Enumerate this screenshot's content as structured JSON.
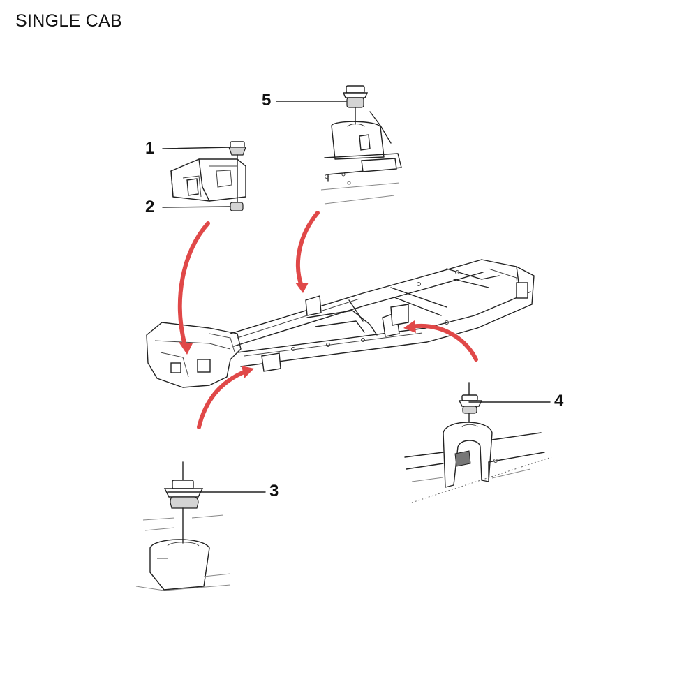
{
  "title": "SINGLE CAB",
  "callouts": [
    {
      "id": "1",
      "label": "1"
    },
    {
      "id": "2",
      "label": "2"
    },
    {
      "id": "3",
      "label": "3"
    },
    {
      "id": "4",
      "label": "4"
    },
    {
      "id": "5",
      "label": "5"
    }
  ],
  "colors": {
    "arrow": "#e04848",
    "line": "#222222",
    "shade": "#d4d4d4"
  }
}
